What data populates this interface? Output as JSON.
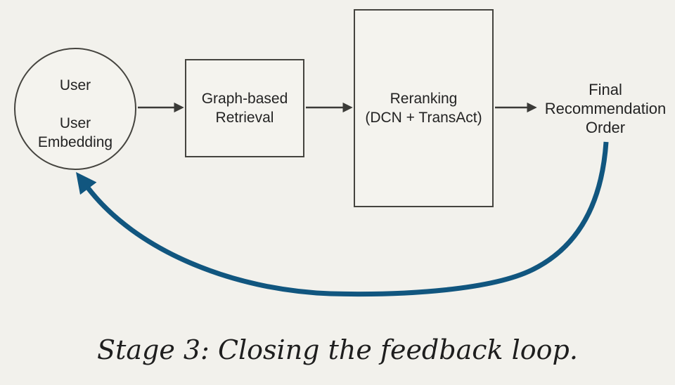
{
  "diagram": {
    "user_node": {
      "top_label": "User",
      "embedding_line1": "User",
      "embedding_line2": "Embedding"
    },
    "retrieval_node": {
      "line1": "Graph-based",
      "line2": "Retrieval"
    },
    "reranking_node": {
      "line1": "Reranking",
      "line2": "(DCN + TransAct)"
    },
    "output_label": {
      "line1": "Final",
      "line2": "Recommendation",
      "line3": "Order"
    }
  },
  "caption": "Stage 3: Closing the feedback loop.",
  "colors": {
    "background": "#f2f1ec",
    "node_fill": "#f4f3ee",
    "node_border": "#45443f",
    "text": "#232323",
    "flow_arrow": "#3a3a37",
    "feedback_arrow": "#11567f"
  }
}
